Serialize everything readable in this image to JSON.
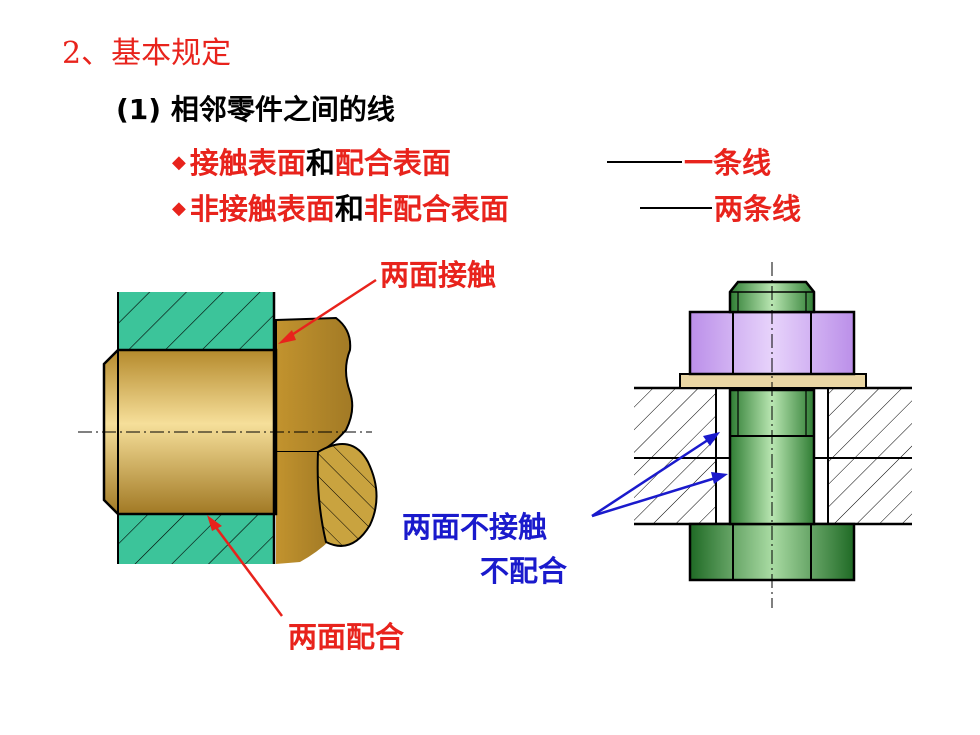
{
  "heading": {
    "title": "2、基本规定",
    "subtitle": "(1) 相邻零件之间的线"
  },
  "rules": [
    {
      "part1": "接触表面",
      "joiner": "和",
      "part2": "配合表面",
      "result": "一条线"
    },
    {
      "part1": "非接触表面",
      "joiner": "和",
      "part2": "非配合表面",
      "result": "两条线"
    }
  ],
  "labels": {
    "contact": "两面接触",
    "fit": "两面配合",
    "no_contact_line1": "两面不接触",
    "no_contact_line2": "不配合"
  },
  "colors": {
    "red": "#e8231c",
    "blue": "#1a1acc",
    "housing_green": "#3cc49a",
    "bushing_gold": "#c9a33f",
    "nut_violet": "#c39af0",
    "bolt_green": "#3f9f45",
    "washer": "#ead6a4"
  },
  "icons": {
    "bullet": "diamond-icon"
  }
}
